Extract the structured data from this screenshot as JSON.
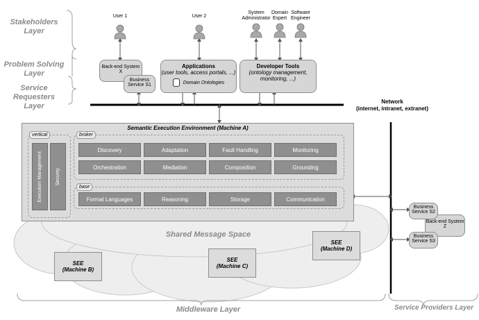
{
  "layers": {
    "stakeholders": "Stakeholders Layer",
    "problem_solving": "Problem Solving Layer",
    "service_requesters": "Service Requesters Layer",
    "middleware": "Middleware Layer",
    "service_providers": "Service Providers Layer"
  },
  "users": {
    "user1": "User 1",
    "user2": "User 2",
    "sysadmin": "System Administrator",
    "domain_expert": "Domain Expert",
    "software_engineer": "Software Engineer"
  },
  "requesters": {
    "backend_x": "Back-end System X",
    "business_s1": "Business Service S1",
    "applications_title": "Applications",
    "applications_sub": "(user tools, access portals, ...)",
    "domain_ontologies": "Domain Ontologies",
    "devtools_title": "Developer Tools",
    "devtools_sub": "(ontology management, monitoring, ...)"
  },
  "network": {
    "title": "Network",
    "sub": "(internet, intranet, extranet)"
  },
  "see": {
    "title": "Semantic Execution Environment (Machine A)",
    "vertical_tag": "vertical",
    "vertical": [
      "Execution Management",
      "Security"
    ],
    "broker_tag": "broker",
    "broker_row1": [
      "Discovery",
      "Adaptation",
      "Fault Handling",
      "Monitoring"
    ],
    "broker_row2": [
      "Orchestration",
      "Mediation",
      "Composition",
      "Grounding"
    ],
    "base_tag": "base",
    "base": [
      "Formal Languages",
      "Reasoning",
      "Storage",
      "Communication"
    ]
  },
  "shared_space": "Shared Message Space",
  "see_machines": {
    "b": [
      "SEE",
      "(Machine B)"
    ],
    "c": [
      "SEE",
      "(Machine C)"
    ],
    "d": [
      "SEE",
      "(Machine D)"
    ]
  },
  "providers": {
    "s2": "Business Service S2",
    "backend_z": "Back-end System Z",
    "s3": "Business Service S3"
  }
}
